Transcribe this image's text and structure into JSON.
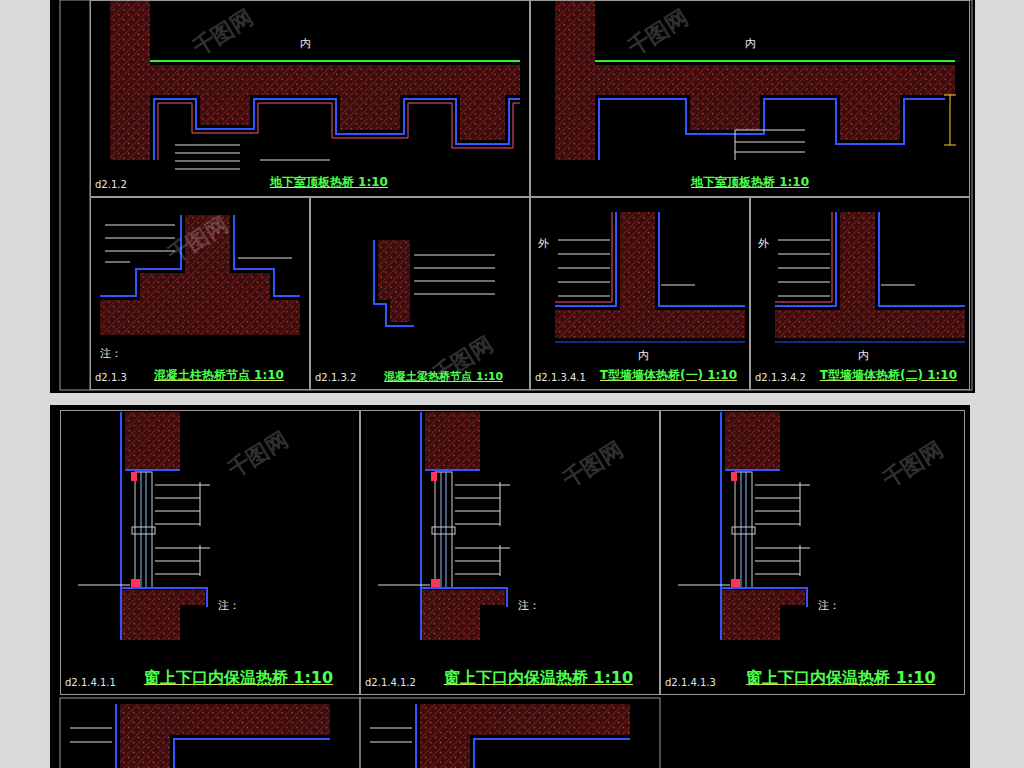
{
  "diagram": {
    "nodes": [
      {
        "text": [
          "地下室顶板热桥 1:10",
          "d2.1.2"
        ]
      },
      {
        "text": [
          "地下室顶板热桥 1:10"
        ]
      },
      {
        "text": [
          "混凝土柱热桥节点 1:10",
          "d2.1.3"
        ]
      },
      {
        "text": [
          "混凝土梁热桥节点 1:10",
          "d2.1.3.2"
        ]
      },
      {
        "text": [
          "T型墙墙体热桥(一) 1:10",
          "d2.1.3.4.1"
        ]
      },
      {
        "text": [
          "T型墙墙体热桥(二) 1:10",
          "d2.1.3.4.2"
        ]
      },
      {
        "text": [
          "窗上下口内保温热桥 1:10",
          "d2.1.4.1.1"
        ]
      },
      {
        "text": [
          "窗上下口内保温热桥 1:10",
          "d2.1.4.1.2"
        ]
      },
      {
        "text": [
          "窗上下口内保温热桥 1:10",
          "d2.1.4.1.3"
        ]
      }
    ],
    "labels": [
      "内",
      "内",
      "注：",
      "外",
      "内",
      "外",
      "内",
      "注：",
      "注：",
      "注：",
      "千图网",
      "千图网",
      "千图网",
      "千图网",
      "千图网",
      "千图网",
      "千图网"
    ]
  }
}
